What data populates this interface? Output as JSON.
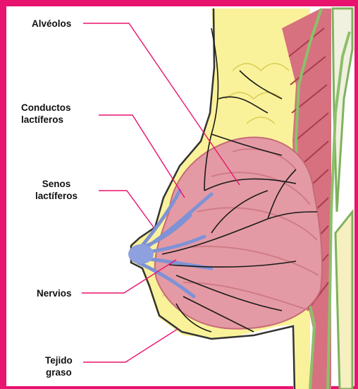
{
  "labels": {
    "alveolos": "Alvéolos",
    "conductos": "Conductos\nlactíferos",
    "senos": "Senos\nlactíferos",
    "nervios": "Nervios",
    "tejido": "Tejido\ngraso"
  },
  "colors": {
    "frame": "#e8126f",
    "leader": "#e8126f",
    "fat": "#faf29a",
    "gland": "#e49aa4",
    "muscle": "#c95464",
    "ducts": "#7f92d6",
    "nerves": "#1a1a1a",
    "fascia": "#8cc06a"
  }
}
